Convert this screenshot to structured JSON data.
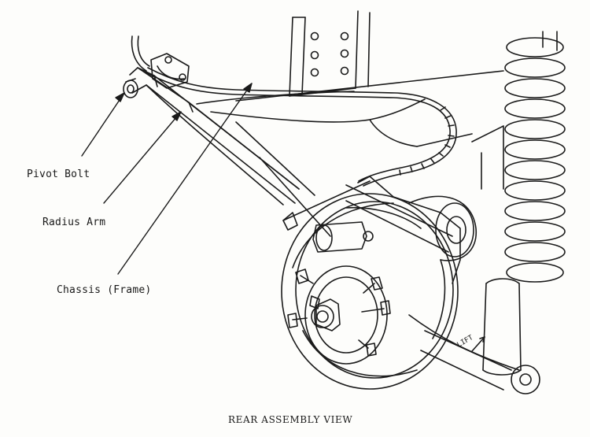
{
  "labels": {
    "pivot_bolt": "Pivot Bolt",
    "radius_arm": "Radius Arm",
    "chassis": "Chassis (Frame)",
    "lift": "LIFT"
  },
  "caption": "REAR ASSEMBLY VIEW"
}
